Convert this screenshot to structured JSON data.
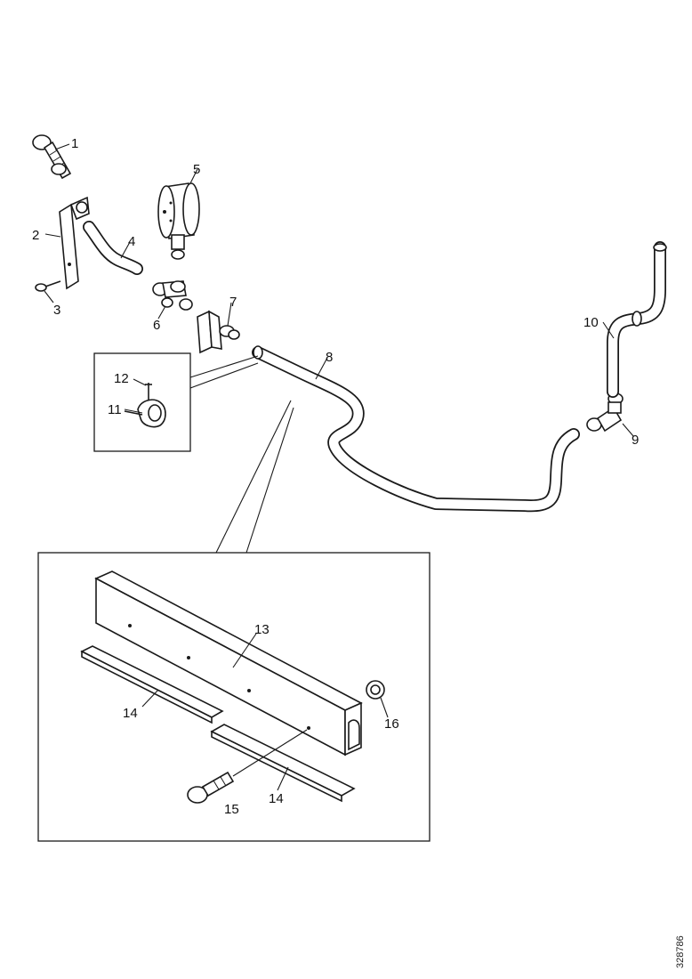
{
  "diagram": {
    "callouts": {
      "c1": "1",
      "c2": "2",
      "c3": "3",
      "c4": "4",
      "c5": "5",
      "c6": "6",
      "c7": "7",
      "c8": "8",
      "c9": "9",
      "c10": "10",
      "c11": "11",
      "c12": "12",
      "c13": "13",
      "c14a": "14",
      "c14b": "14",
      "c15": "15",
      "c16": "16"
    },
    "reference_id": "328786"
  }
}
